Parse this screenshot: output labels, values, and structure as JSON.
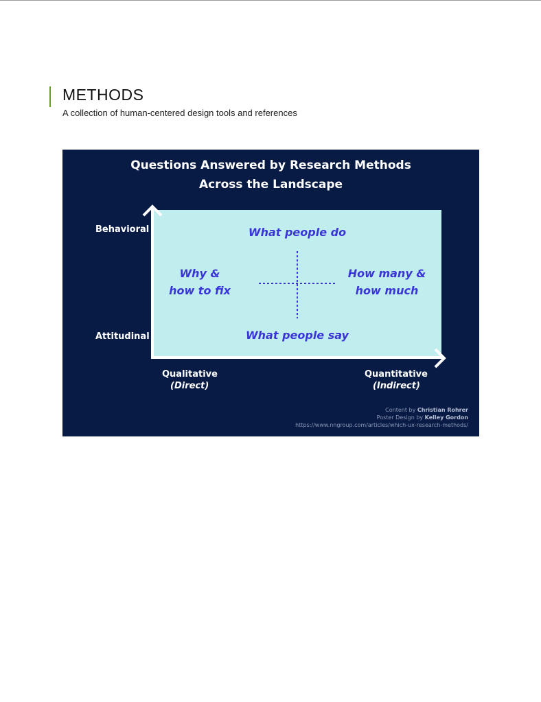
{
  "header": {
    "title": "METHODS",
    "subtitle": "A collection of human-centered design tools and references"
  },
  "poster": {
    "title_line1": "Questions Answered by Research Methods",
    "title_line2": "Across the Landscape",
    "y_top": "Behavioral",
    "y_bottom": "Attitudinal",
    "x_left": "Qualitative",
    "x_left_sub": "(Direct)",
    "x_right": "Quantitative",
    "x_right_sub": "(Indirect)",
    "q_top": "What people do",
    "q_bottom": "What people say",
    "q_left_1": "Why &",
    "q_left_2": "how to fix",
    "q_right_1": "How many &",
    "q_right_2": "how much",
    "credit_content": "Content by",
    "credit_content_name": "Christian Rohrer",
    "credit_design": "Poster Design by",
    "credit_design_name": "Kelley Gordon",
    "credit_url": "https://www.nngroup.com/articles/which-ux-research-methods/"
  }
}
